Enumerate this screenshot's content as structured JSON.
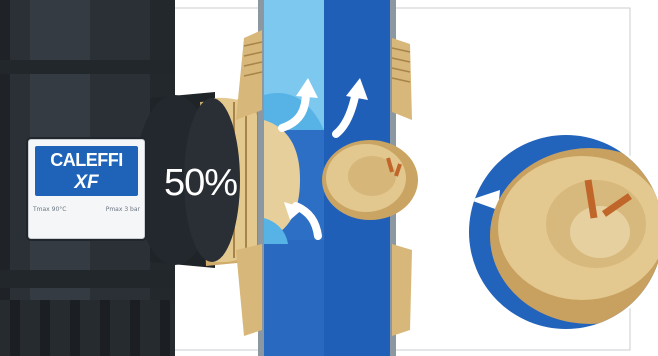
{
  "brand_label": {
    "name": "CALEFFI",
    "model": "XF",
    "spec_temp": "Tmax 90°C",
    "spec_pressure": "Pmax 3 bar"
  },
  "overlay": {
    "percentage": "50%"
  },
  "colors": {
    "body_dark": "#2b3036",
    "brass": "#d8b77a",
    "pipe_light_blue": "#57b3e6",
    "pipe_dark_blue": "#1f5fb8",
    "pipe_wall_gray": "#9aa5ad",
    "label_blue": "#1e63b8"
  },
  "icons": [
    "flow-arrow-icon",
    "magnifier-circle-icon"
  ]
}
